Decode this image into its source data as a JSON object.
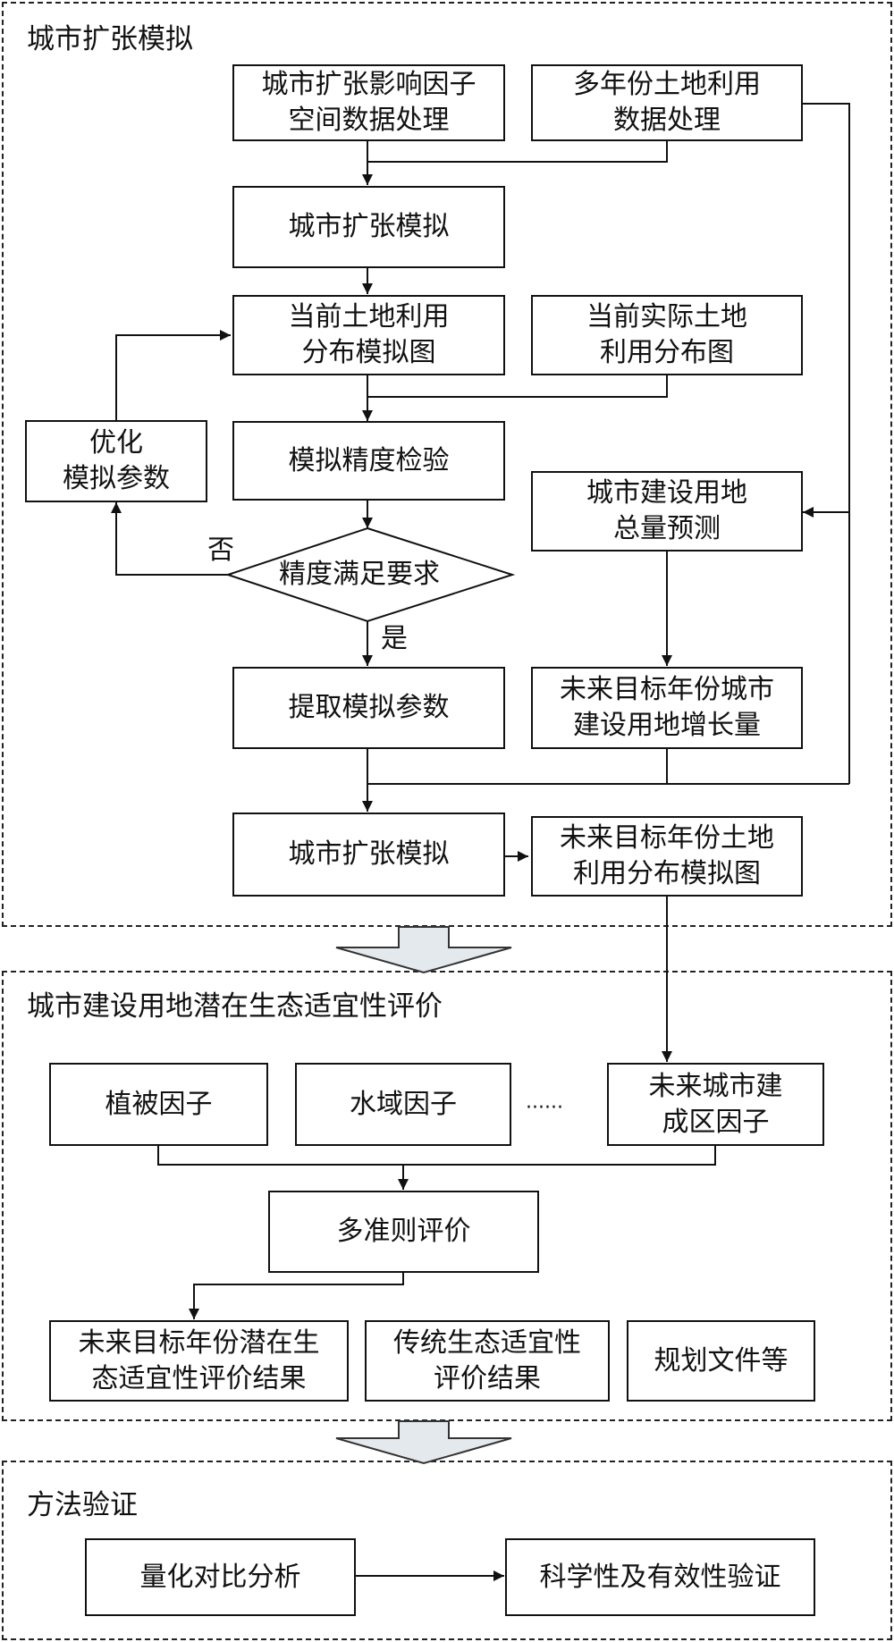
{
  "sections": {
    "s1_title": "城市扩张模拟",
    "s2_title": "城市建设用地潜在生态适宜性评价",
    "s3_title": "方法验证"
  },
  "nodes": {
    "factor_proc": {
      "l1": "城市扩张影响因子",
      "l2": "空间数据处理"
    },
    "landuse_proc": {
      "l1": "多年份土地利用",
      "l2": "数据处理"
    },
    "sim1": {
      "l1": "城市扩张模拟"
    },
    "cur_sim_map": {
      "l1": "当前土地利用",
      "l2": "分布模拟图"
    },
    "cur_actual_map": {
      "l1": "当前实际土地",
      "l2": "利用分布图"
    },
    "optimize": {
      "l1": "优化",
      "l2": "模拟参数"
    },
    "accuracy_test": {
      "l1": "模拟精度检验"
    },
    "decision": {
      "l1": "精度满足要求"
    },
    "total_forecast": {
      "l1": "城市建设用地",
      "l2": "总量预测"
    },
    "extract_params": {
      "l1": "提取模拟参数"
    },
    "increment": {
      "l1": "未来目标年份城市",
      "l2": "建设用地增长量"
    },
    "sim2": {
      "l1": "城市扩张模拟"
    },
    "future_map": {
      "l1": "未来目标年份土地",
      "l2": "利用分布模拟图"
    },
    "vegetation": {
      "l1": "植被因子"
    },
    "water": {
      "l1": "水域因子"
    },
    "ellipsis": {
      "l1": "······"
    },
    "future_builtup": {
      "l1": "未来城市建",
      "l2": "成区因子"
    },
    "mce": {
      "l1": "多准则评价"
    },
    "future_result": {
      "l1": "未来目标年份潜在生",
      "l2": "态适宜性评价结果"
    },
    "traditional_result": {
      "l1": "传统生态适宜性",
      "l2": "评价结果"
    },
    "planning_docs": {
      "l1": "规划文件等"
    },
    "quant_compare": {
      "l1": "量化对比分析"
    },
    "validation": {
      "l1": "科学性及有效性验证"
    }
  },
  "edge_labels": {
    "no": "否",
    "yes": "是"
  },
  "colors": {
    "line": "#111111",
    "flow_arrow_fill": "#e4e9ee",
    "flow_arrow_stroke": "#333333"
  }
}
